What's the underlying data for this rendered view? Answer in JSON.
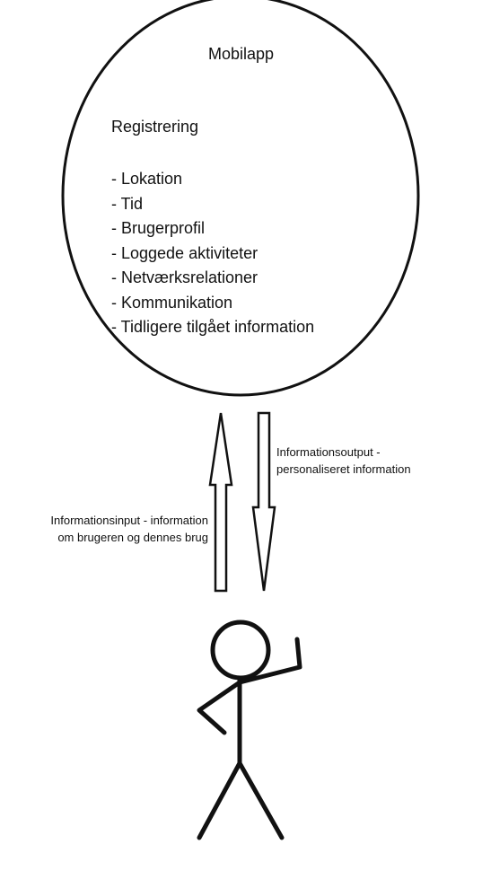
{
  "circle": {
    "title": "Mobilapp",
    "heading": "Registrering",
    "items": [
      "- Lokation",
      "- Tid",
      "- Brugerprofil",
      "- Loggede aktiviteter",
      "- Netværksrelationer",
      "- Kommunikation",
      "- Tidligere tilgået information"
    ]
  },
  "arrows": {
    "output_label": [
      "Informationsoutput -",
      "personaliseret information"
    ],
    "input_label": [
      "Informationsinput - information",
      "om brugeren og dennes brug"
    ]
  }
}
